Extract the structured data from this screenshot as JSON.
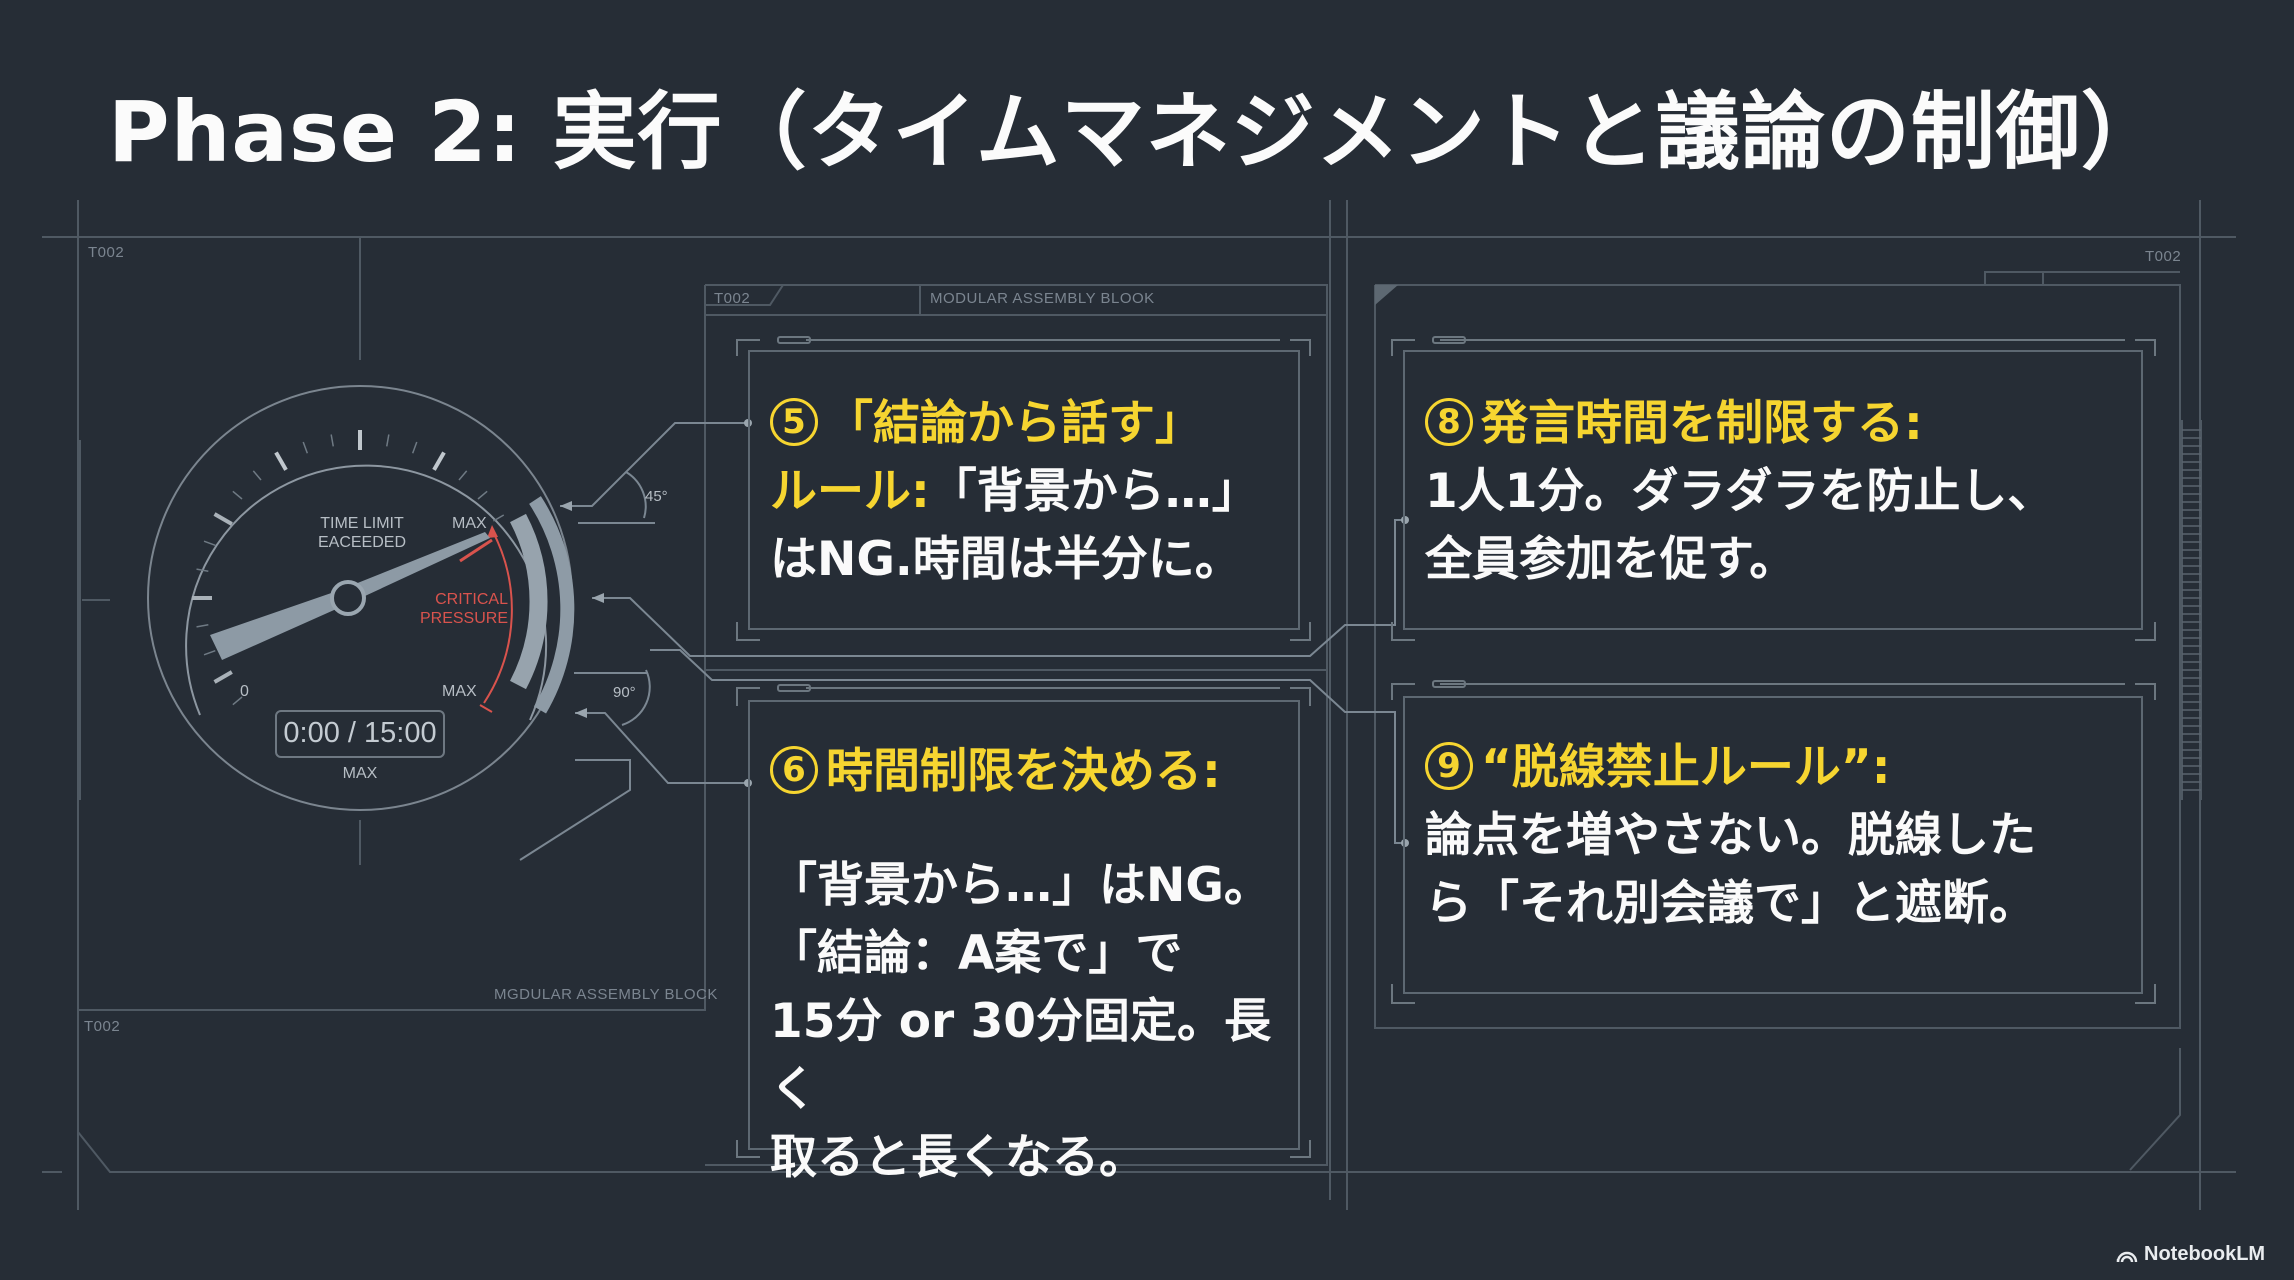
{
  "slide": {
    "title": "Phase 2: 実行（タイムマネジメントと議論の制御）",
    "colors": {
      "background": "#262d36",
      "line": "#5d6872",
      "accent_yellow": "#f6d530",
      "critical_red": "#d9534d",
      "text_white": "#fafafa"
    }
  },
  "frame_labels": {
    "top_left_tag": "T002",
    "bottom_left_tag": "T002",
    "top_right_tag": "T002",
    "card_header_tag": "T002",
    "card_header_label": "MODULAR ASSEMBLY BLOOK",
    "gauge_block_label": "MGDULAR ASSEMBLY BLOCK"
  },
  "gauge": {
    "center_label_line1": "TIME LIMIT",
    "center_label_line2": "EACEEDED",
    "critical_line1": "CRITICAL",
    "critical_line2": "PRESSURE",
    "max_top": "MAX",
    "max_mid": "MAX",
    "max_bottom": "MAX",
    "zero_label": "0",
    "timer": "0:00 / 15:00",
    "angle_45": "45°",
    "angle_90": "90°"
  },
  "cards": [
    {
      "number": "5",
      "heading": "「結論から話す」",
      "heading_line2": "ルール:",
      "body_inline": "「背景から…」",
      "body": "はNG.時間は半分に。"
    },
    {
      "number": "6",
      "heading": "時間制限を決める:",
      "body_line1": "「背景から…」はNG。",
      "body_line2": "「結論：A案で」で",
      "body_line3": "15分 or 30分固定。長く",
      "body_line4": "取ると長くなる。"
    },
    {
      "number": "8",
      "heading": "発言時間を制限する:",
      "body_line1": "1人1分。ダラダラを防止し、",
      "body_line2": "全員参加を促す。"
    },
    {
      "number": "9",
      "heading": "“脱線禁止ルール”:",
      "body_line1": "論点を増やさない。脱線した",
      "body_line2": "ら「それ別会議で」と遮断。"
    }
  ],
  "watermark": {
    "icon": "notebooklm-logo-icon",
    "label": "NotebookLM"
  }
}
